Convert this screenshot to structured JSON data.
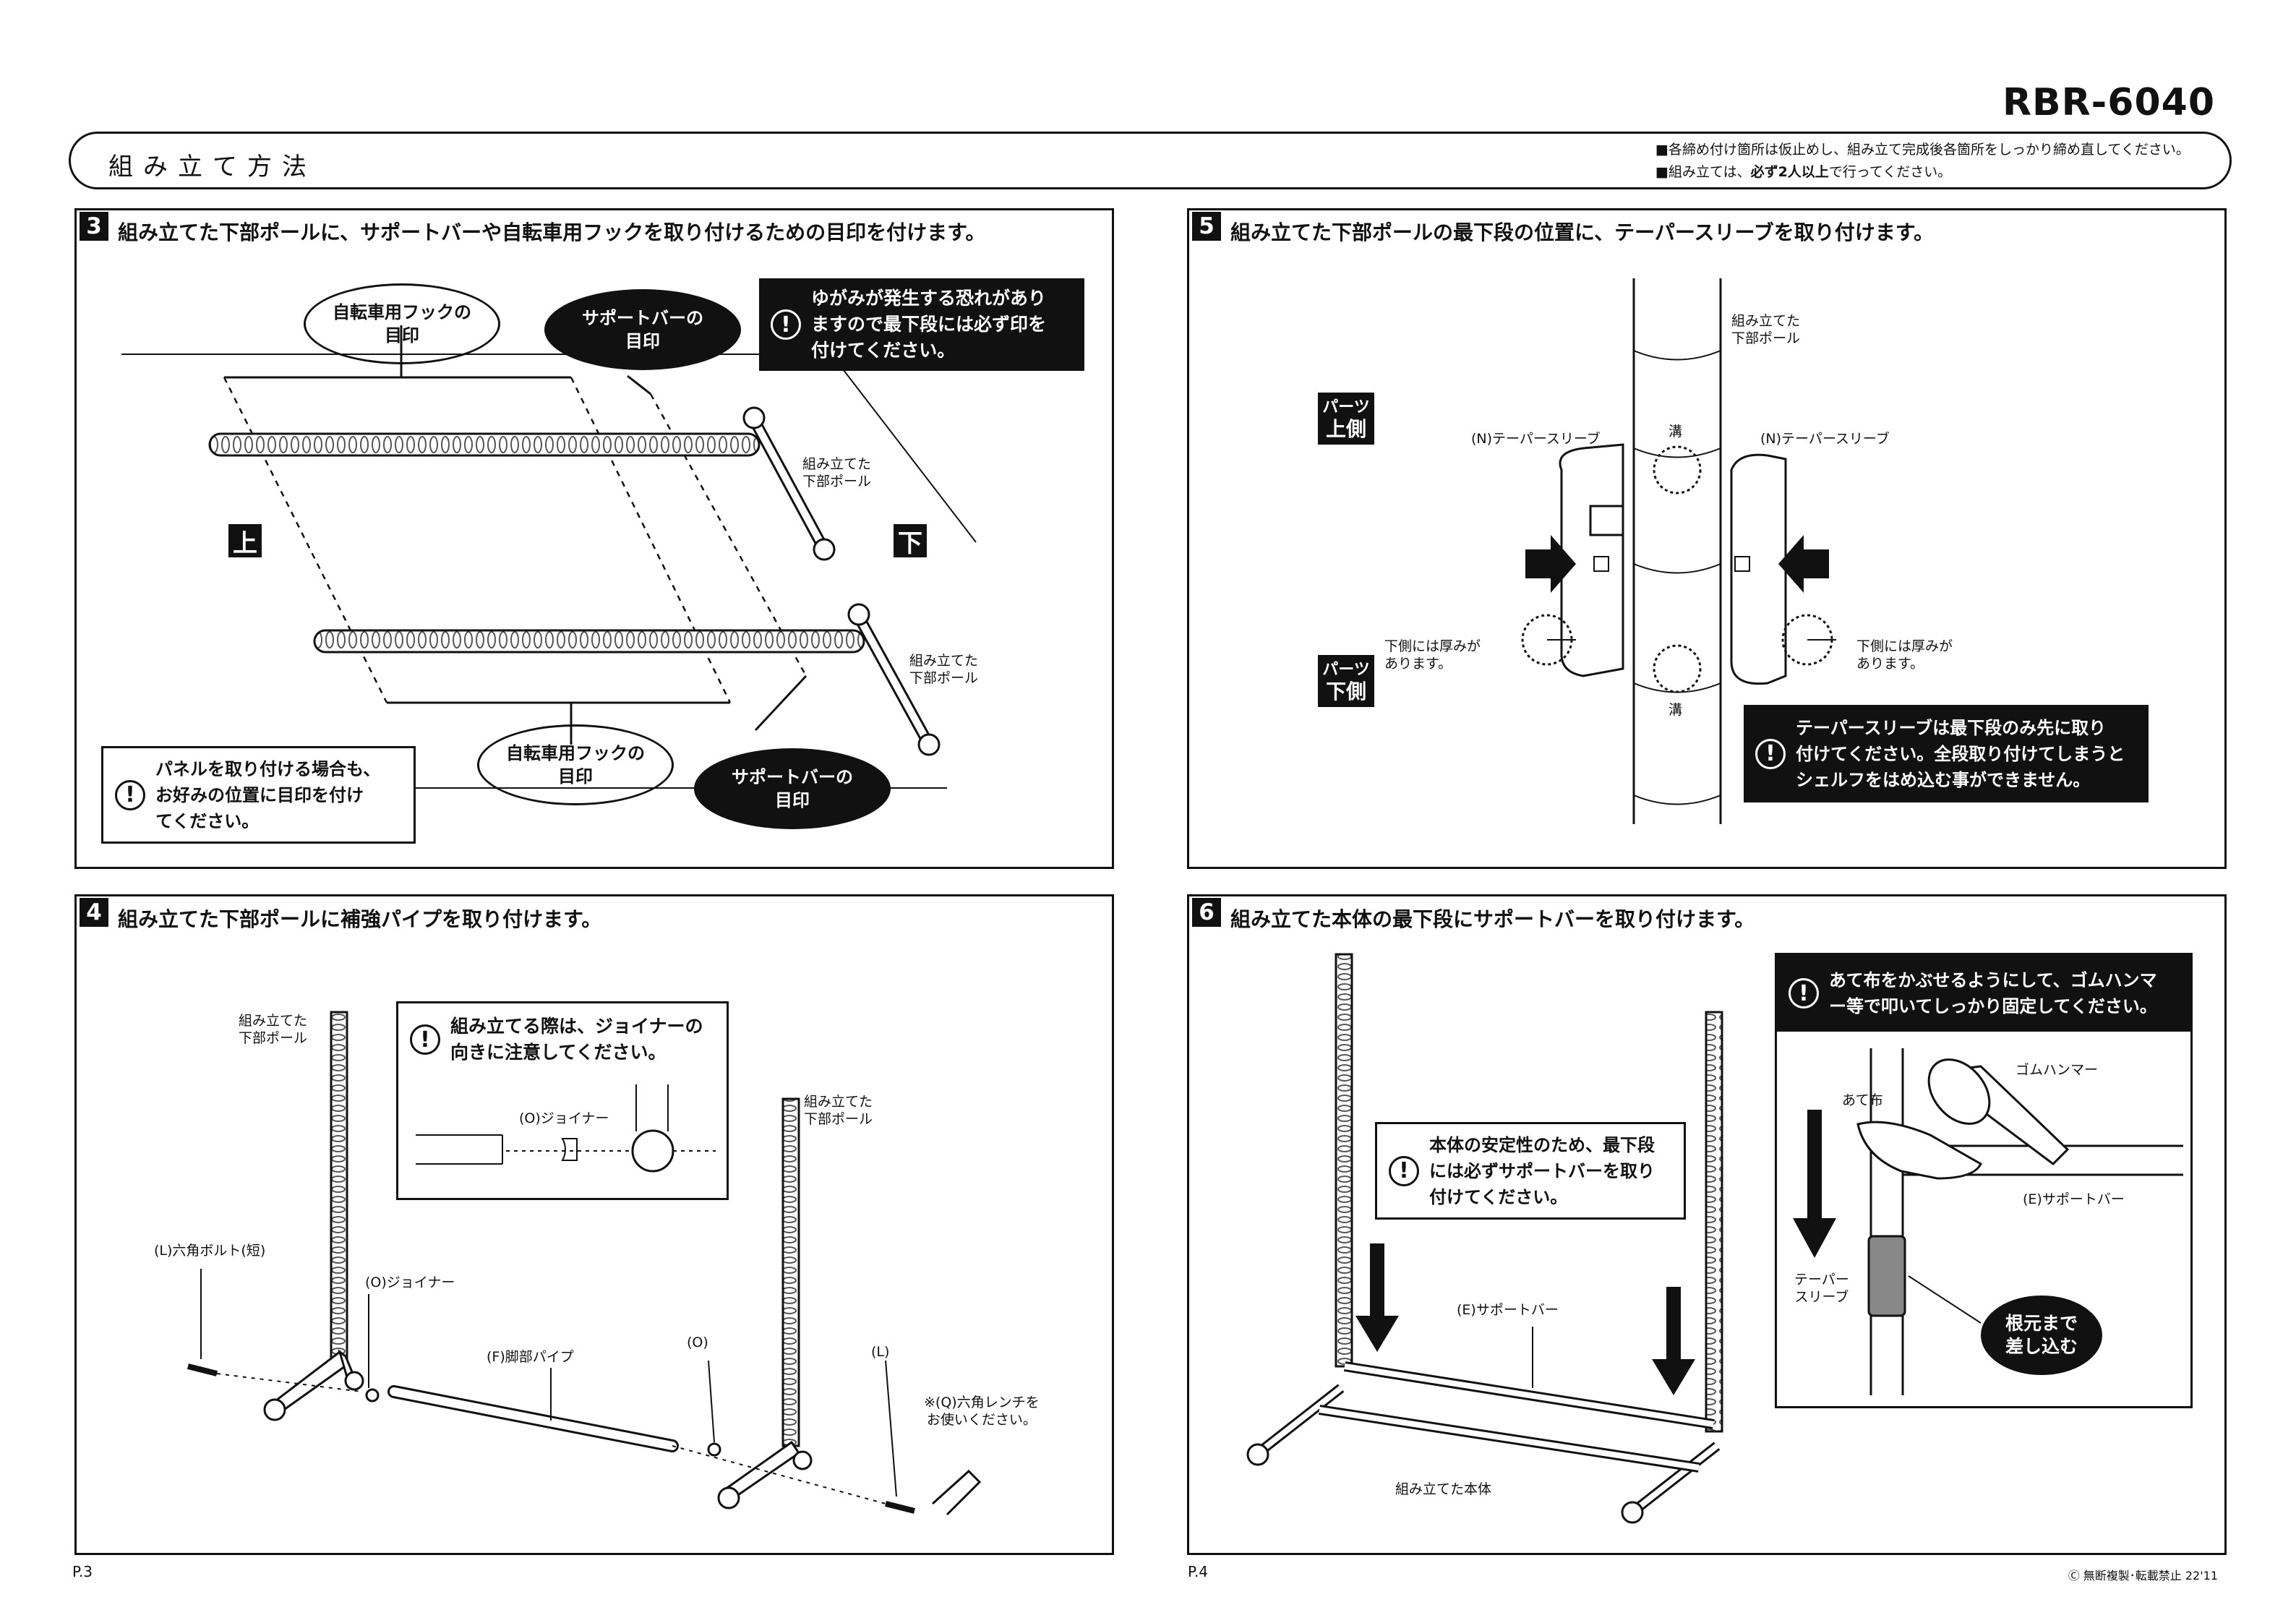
{
  "model": "RBR-6040",
  "header": {
    "title": "組み立て方法",
    "notes": [
      "■各締め付け箇所は仮止めし、組み立て完成後各箇所をしっかり締め直してください。",
      {
        "pre": "■組み立ては、",
        "bold": "必ず2人以上",
        "post": "で行ってください。"
      }
    ]
  },
  "steps": {
    "s3": {
      "num": "3",
      "title": "組み立てた下部ポールに、サポートバーや自転車用フックを取り付けるための目印を付けます。",
      "bike_mark": "自転車用フックの\n目印",
      "support_mark": "サポートバーの\n目印",
      "warning": "ゆがみが発生する恐れがあり\nますので最下段には必ず印を\n付けてください。",
      "pole_label": "組み立てた\n下部ポール",
      "up": "上",
      "down": "下",
      "panel_note": "パネルを取り付ける場合も、\nお好みの位置に目印を付け\nてください。"
    },
    "s4": {
      "num": "4",
      "title": "組み立てた下部ポールに補強パイプを取り付けます。",
      "pole_label": "組み立てた\n下部ポール",
      "caution": "組み立てる際は、ジョイナーの\n向きに注意してください。",
      "joiner_o": "(O)ジョイナー",
      "hex_bolt": "(L)六角ボルト(短)",
      "leg_pipe": "(F)脚部パイプ",
      "o": "(O)",
      "l": "(L)",
      "wrench": "※(Q)六角レンチを\nお使いください。"
    },
    "s5": {
      "num": "5",
      "title": "組み立てた下部ポールの最下段の位置に、テーパースリーブを取り付けます。",
      "pole_label": "組み立てた\n下部ポール",
      "parts_top": {
        "a": "パーツ",
        "b": "上側"
      },
      "parts_bottom": {
        "a": "パーツ",
        "b": "下側"
      },
      "sleeve": "(N)テーパースリーブ",
      "groove": "溝",
      "thick": "下側には厚みが\nあります。",
      "warning": "テーパースリーブは最下段のみ先に取り\n付けてください。全段取り付けてしまうと\nシェルフをはめ込む事ができません。"
    },
    "s6": {
      "num": "6",
      "title": "組み立てた本体の最下段にサポートバーを取り付けます。",
      "stability": "本体の安定性のため、最下段\nには必ずサポートバーを取り\n付けてください。",
      "support_bar": "(E)サポートバー",
      "body": "組み立てた本体",
      "warning": "あて布をかぶせるようにして、ゴムハンマ\nー等で叩いてしっかり固定してください。",
      "hammer": "ゴムハンマー",
      "cloth": "あて布",
      "taper": "テーパー\nスリーブ",
      "push": "根元まで\n差し込む"
    }
  },
  "footer": {
    "p3": "P.3",
    "p4": "P.4",
    "copyright": "Ⓒ 無断複製･転載禁止  22'11"
  }
}
